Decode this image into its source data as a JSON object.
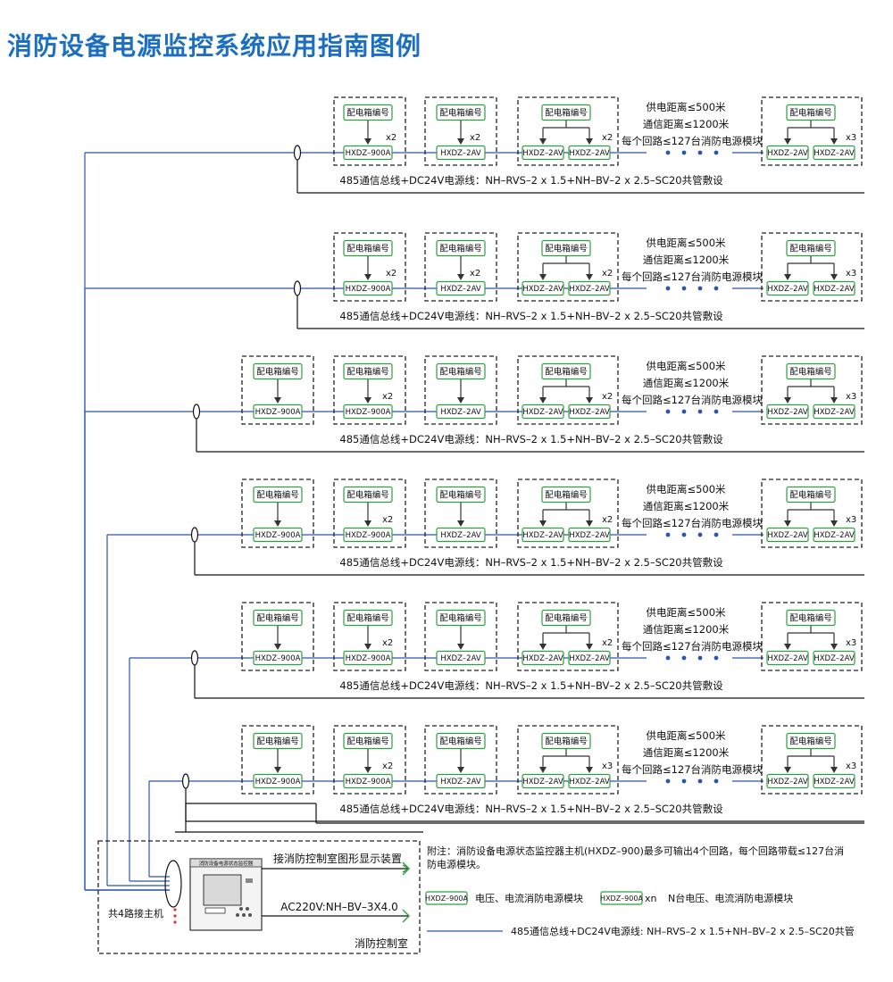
{
  "title": "消防设备电源监控系统应用指南图例",
  "colors": {
    "title": "#1c6fc0",
    "bus": "#2a55b8",
    "module_border": "#2f9e3f",
    "arrow": "#2f9e3f"
  },
  "labels": {
    "dist_box": "配电箱编号",
    "bus_line": "485通信总线+DC24V电源线：NH–RVS–2 x 1.5+NH–BV–2 x 2.5–SC20共管敷设",
    "supply_distance": "供电距离≤500米",
    "comm_distance": "通信距离≤1200米",
    "per_loop": "每个回路≤127台消防电源模块"
  },
  "model": {
    "m900": "HXDZ–900A",
    "m2av": "HXDZ–2AV"
  },
  "multipliers": {
    "x2": "x2",
    "x3": "x3"
  },
  "control": {
    "device_label": "消防设备电源状态监控器",
    "graphic_link": "接消防控制室图形显示装置",
    "power_in": "AC220V:NH–BV–3X4.0",
    "room": "消防控制室",
    "host_note": "共4路接主机"
  },
  "notes": {
    "remark": "附注：消防设备电源状态监控器主机(HXDZ–900)最多可输出4个回路，每个回路带载≤127台消防电源模块。",
    "legend_900": "HXDZ–900A",
    "legend_900_text": "电压、电流消防电源模块",
    "legend_xn_model": "HXDZ–900A",
    "legend_xn": "xn",
    "legend_xn_text": "N台电压、电流消防电源模块",
    "legend_bus_text": "485通信总线+DC24V电源线: NH–RVS–2 x 1.5+NH–BV–2 x 2.5–SC20共管"
  }
}
